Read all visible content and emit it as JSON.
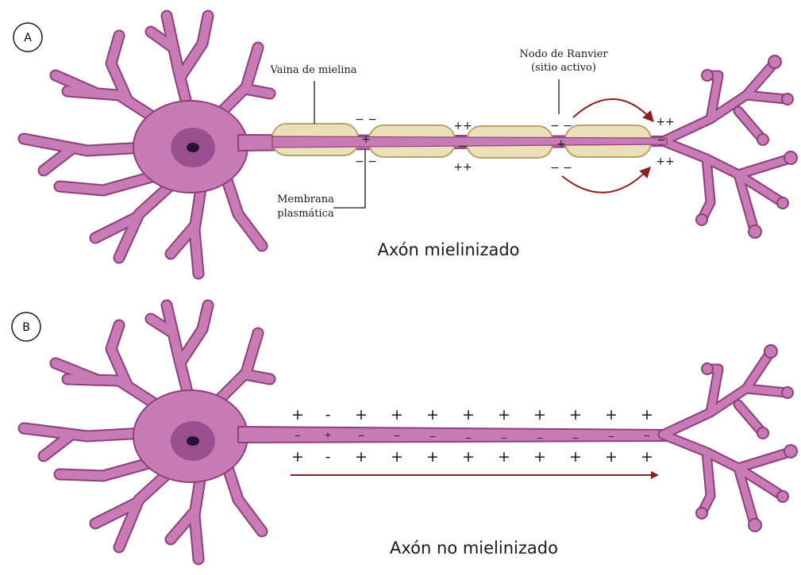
{
  "panel_a": {
    "badge": "A",
    "caption": "Axón mielinizado",
    "labels": {
      "myelin_sheath": "Vaina de mielina",
      "node_line1": "Nodo de Ranvier",
      "node_line2": "(sitio activo)",
      "membrane_line1": "Membrana",
      "membrane_line2": "plasmática"
    },
    "charges": {
      "double_minus": "− −",
      "double_plus": "++",
      "single_plus": "+",
      "single_minus": "−"
    }
  },
  "panel_b": {
    "badge": "B",
    "caption": "Axón no mielinizado",
    "top_charges": [
      "+",
      "-",
      "+",
      "+",
      "+",
      "+",
      "+",
      "+",
      "+",
      "+",
      "+"
    ],
    "inner_charges": [
      "−",
      "+",
      "−",
      "−",
      "−",
      "−",
      "−",
      "−",
      "−",
      "−",
      "−"
    ],
    "bottom_charges": [
      "+",
      "-",
      "+",
      "+",
      "+",
      "+",
      "+",
      "+",
      "+",
      "+",
      "+"
    ]
  },
  "colors": {
    "neuron_fill": "#c97bb5",
    "neuron_outline": "#8e3f7c",
    "nucleus": "#9a4f90",
    "nucleolus": "#2b1030",
    "myelin_fill": "#ece0bb",
    "myelin_outline": "#b7a36a",
    "arrow": "#8b1e1e"
  }
}
